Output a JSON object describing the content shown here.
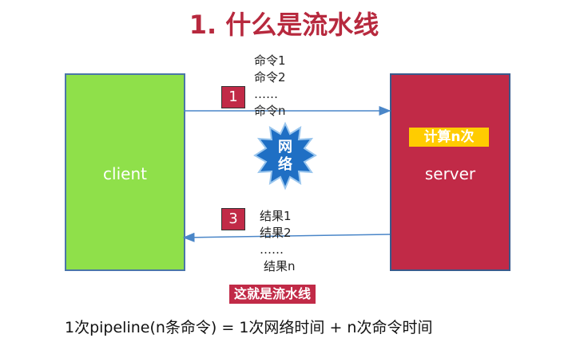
{
  "title": "1. 什么是流水线",
  "client": {
    "label": "client"
  },
  "server": {
    "label": "server",
    "compute_label": "计算n次"
  },
  "request": {
    "step": "1",
    "items": [
      "命令1",
      "命令2",
      "……",
      "命令n"
    ]
  },
  "network": {
    "label_line1": "网",
    "label_line2": "络"
  },
  "response": {
    "step": "3",
    "items": [
      "结果1",
      "结果2",
      "……",
      "结果n"
    ]
  },
  "pipeline_label": "这就是流水线",
  "formula": "1次pipeline(n条命令) = 1次网络时间 + n次命令时间",
  "colors": {
    "title": "#b7293e",
    "client": "#8fe04a",
    "server": "#c12a47",
    "compute": "#ffcc00",
    "network": "#1f6fc4",
    "arrow": "#4a86c8"
  }
}
